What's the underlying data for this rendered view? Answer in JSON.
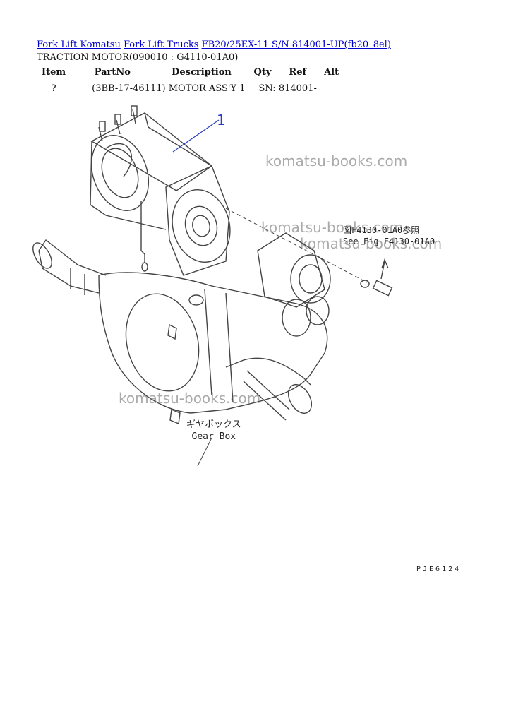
{
  "breadcrumb": {
    "items": [
      "Fork Lift Komatsu",
      "Fork Lift Trucks",
      "FB20/25EX-11 S/N 814001-UP(fb20_8el)"
    ]
  },
  "page_title": "TRACTION MOTOR(090010 : G4110-01A0)",
  "parts_table": {
    "headers": [
      "Item",
      "PartNo",
      "Description",
      "Qty",
      "Ref",
      "Alt"
    ],
    "rows": [
      {
        "item": "?",
        "part_no": "(3BB-17-46111)",
        "description": "MOTOR ASS'Y",
        "qty": "1",
        "ref": "SN: 814001-",
        "alt": ""
      }
    ]
  },
  "diagram": {
    "callout_number": "1",
    "reference_note": [
      "図F4130-01A0参照",
      "See Fig F4130-01A0"
    ],
    "gear_box_label": [
      "ギヤボックス",
      "Gear Box"
    ],
    "page_code": "PJE6124",
    "watermark_text": "komatsu-books.com",
    "line_color": "#444444",
    "callout_color": "#2a3fbf"
  }
}
